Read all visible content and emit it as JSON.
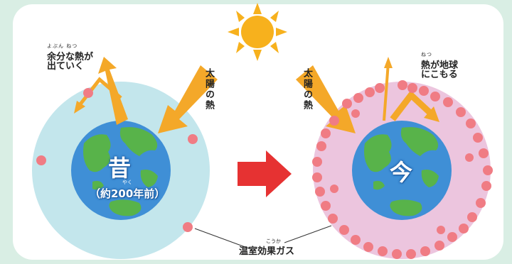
{
  "labels": {
    "left_heat_escape": "余分な熱が",
    "left_heat_escape_line2": "出ていく",
    "left_heat_escape_ruby": "よぶん  ねつ",
    "sun_heat_left": "太陽の熱",
    "sun_heat_right": "太陽の熱",
    "past": "昔",
    "past_note": "（約200年前）",
    "past_note_ruby": "やく",
    "now": "今",
    "right_heat_trapped": "熱が地球",
    "right_heat_trapped_line2": "にこもる",
    "right_heat_trapped_ruby": "ねつ",
    "greenhouse_gas": "温室効果ガス",
    "greenhouse_gas_ruby": "こうか"
  },
  "colors": {
    "background": "#d9eee4",
    "panel": "#ffffff",
    "past_atmosphere": "#c3e6ec",
    "now_atmosphere": "#ecc5de",
    "gas_particle": "#f07c84",
    "heat_arrow": "#f4a829",
    "transition_arrow": "#e63232",
    "sun": "#f7b11d",
    "ocean": "#3f8fd6",
    "land": "#58b34a"
  },
  "icons": {
    "sun": "sun-icon",
    "earth_past": "earth-globe-icon",
    "earth_now": "earth-globe-icon",
    "transition": "right-arrow-icon"
  }
}
